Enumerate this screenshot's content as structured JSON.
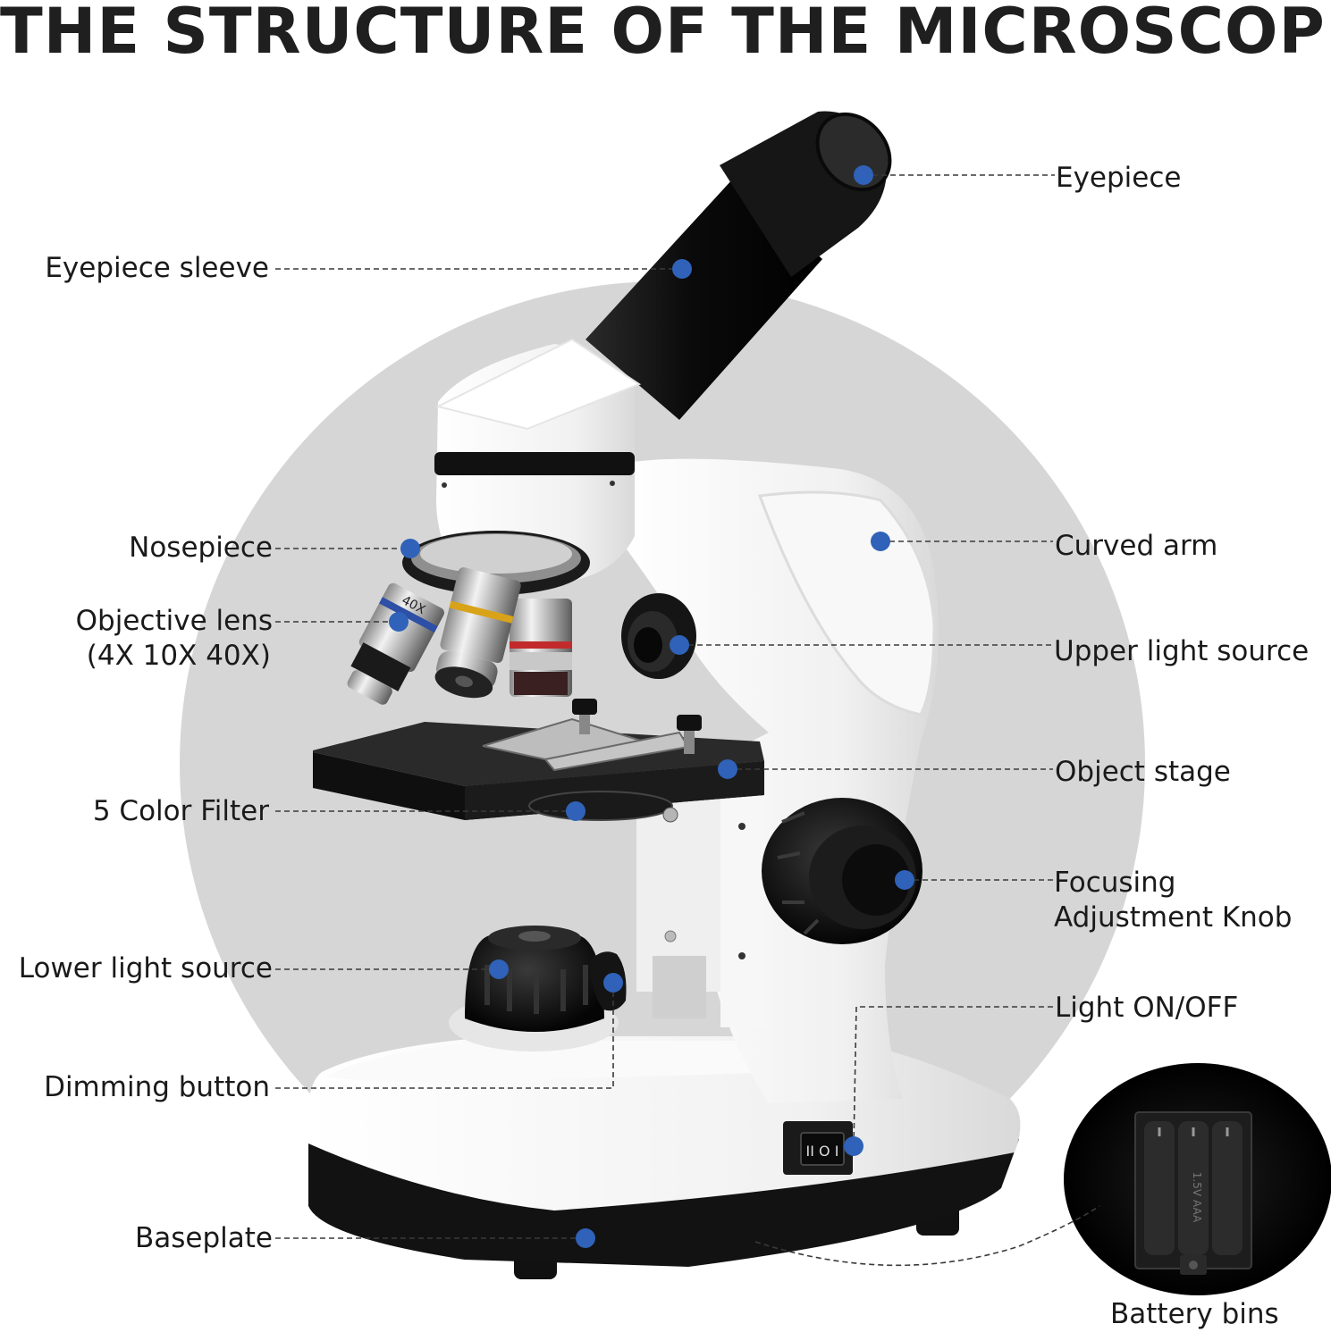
{
  "title": "THE STRUCTURE OF THE MICROSCOPE",
  "labels": {
    "eyepiece": "Eyepiece",
    "eyepiece_sleeve": "Eyepiece sleeve",
    "nosepiece": "Nosepiece",
    "objective_lens_line1": "Objective lens",
    "objective_lens_line2": "(4X 10X 40X)",
    "curved_arm": "Curved arm",
    "upper_light_source": "Upper light source",
    "object_stage": "Object stage",
    "color_filter": "5 Color Filter",
    "focusing_line1": "Focusing",
    "focusing_line2": "Adjustment Knob",
    "lower_light_source": "Lower light source",
    "light_on_off": "Light ON/OFF",
    "dimming_button": "Dimming button",
    "baseplate": "Baseplate",
    "battery_bins": "Battery bins"
  },
  "lens_marking": "40X",
  "switch_marking": "II O I",
  "battery_marking": "1.5V AAA",
  "colors": {
    "marker": "#2f62b8",
    "background_circle": "#d6d6d6",
    "leader_line": "#3a3a3a",
    "body_white": "#f4f4f4",
    "body_black": "#141414"
  }
}
